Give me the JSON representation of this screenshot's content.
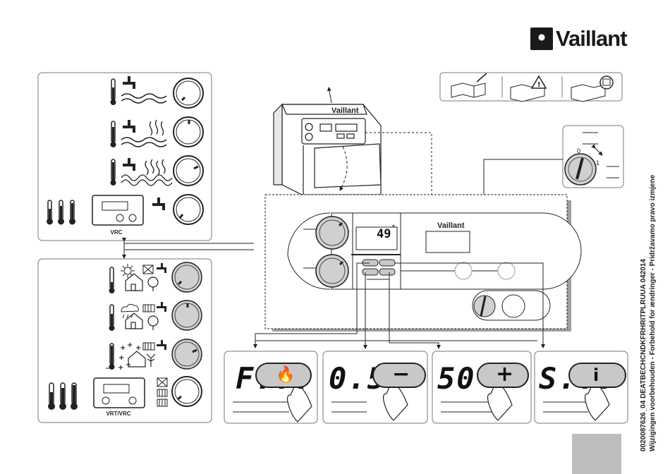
{
  "brand": {
    "name": "Vaillant"
  },
  "doc_code": {
    "line1": "0020087626_04   DEATBECHCNDKFRHRITPLRUUA   042014",
    "line2": "Wijzigingen voorbehouden - Forbehold for ændringer - Pridržavamo pravo izmjene"
  },
  "top_panel": {
    "caption": "VRC"
  },
  "bottom_panel": {
    "caption": "VRT/VRC"
  },
  "display": {
    "temperature": "49",
    "unit": "°",
    "brand_label": "Vaillant"
  },
  "switch": {
    "off_label": "0",
    "on_label": "1"
  },
  "steps": [
    {
      "lcd": "F...",
      "button_symbol": "🔥"
    },
    {
      "lcd": "0.5",
      "button_symbol": "−"
    },
    {
      "lcd": "50",
      "button_symbol": "+"
    },
    {
      "lcd": "S...",
      "button_symbol": "i"
    }
  ],
  "colors": {
    "line": "#222222",
    "fill_gray": "#c8c8c8",
    "shadow": "#9e9e9e",
    "callout": "#bdbdbd"
  },
  "icons": [
    "thermometer-icon",
    "tap-icon",
    "water-waves-icon",
    "steam-icon",
    "sun-icon",
    "cloud-rain-icon",
    "radiator-icon",
    "house-icon",
    "tree-icon",
    "snowflake-icon",
    "hand-icon",
    "manual-book-icon",
    "warning-icon"
  ]
}
